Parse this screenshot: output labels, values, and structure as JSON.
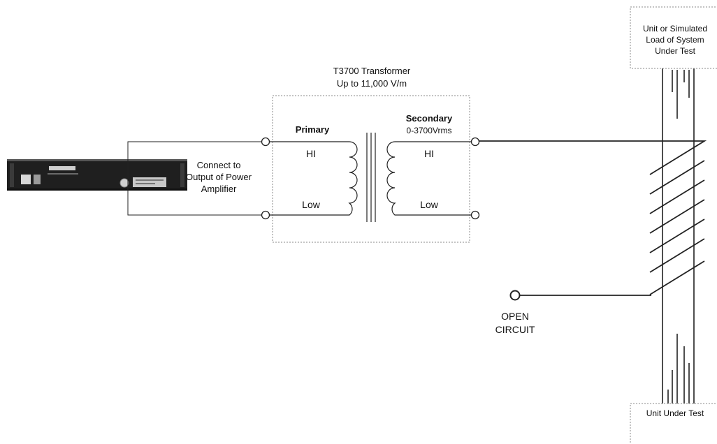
{
  "transformer": {
    "title": "T3700 Transformer",
    "subtitle": "Up to 11,000 V/m"
  },
  "primary": {
    "label": "Primary",
    "hi": "HI",
    "low": "Low"
  },
  "secondary": {
    "label": "Secondary",
    "rating": "0-3700Vrms",
    "hi": "HI",
    "low": "Low"
  },
  "amplifier": {
    "note_line1": "Connect to",
    "note_line2": "Output of Power",
    "note_line3": "Amplifier"
  },
  "top_box": {
    "line1": "Unit or Simulated",
    "line2": "Load of System",
    "line3": "Under Test"
  },
  "bottom_box": {
    "label": "Unit Under Test"
  },
  "open_circuit": {
    "line1": "OPEN",
    "line2": "CIRCUIT"
  },
  "colors": {
    "line": "#222222",
    "dashed_box": "#888888",
    "amp_body": "#1f1f1f"
  }
}
